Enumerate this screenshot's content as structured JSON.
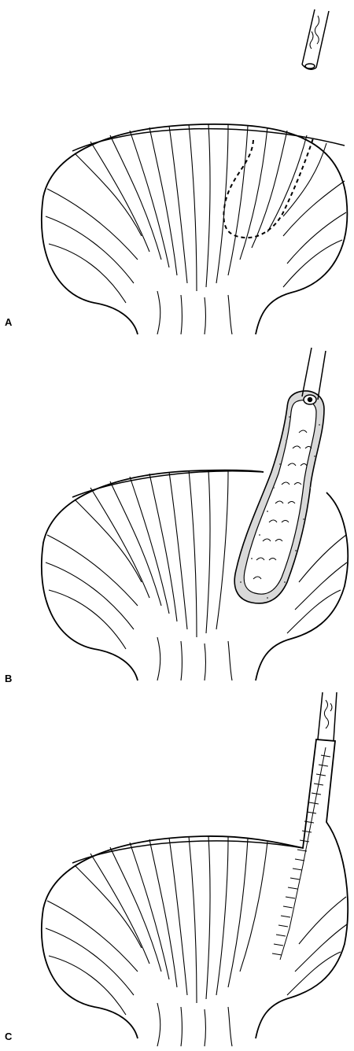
{
  "panels": [
    {
      "label": "A"
    },
    {
      "label": "B"
    },
    {
      "label": "C"
    }
  ],
  "colors": {
    "ink": "#000000",
    "background": "#ffffff",
    "stipple": "#555555"
  }
}
